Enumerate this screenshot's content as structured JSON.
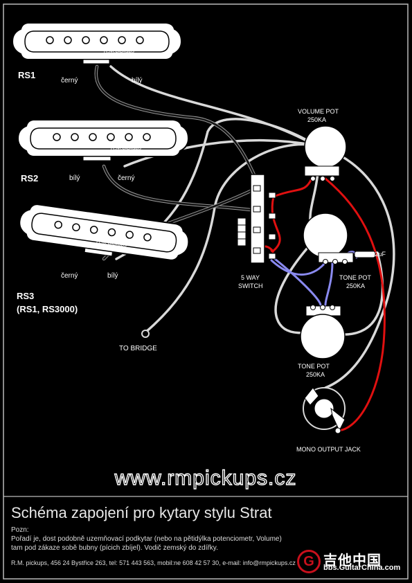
{
  "pickups": {
    "rs1": {
      "label": "RS1",
      "signature": "R.M.pickups",
      "left_lead": "černý",
      "right_lead": "bílý"
    },
    "rs2": {
      "label": "RS2",
      "signature": "R.M.pickups",
      "left_lead": "bílý",
      "right_lead": "černý"
    },
    "rs3": {
      "label": "RS3",
      "alt_label": "(RS1, RS3000)",
      "signature": "R.M.pickups",
      "left_lead": "černý",
      "right_lead": "bílý"
    }
  },
  "components": {
    "volume_pot": {
      "line1": "VOLUME POT",
      "line2": "250KA"
    },
    "tone_pot_1": {
      "line1": "TONE POT",
      "line2": "250KA"
    },
    "tone_pot_2": {
      "line1": "TONE POT",
      "line2": "250KA"
    },
    "capacitor": "0.022uF",
    "switch": {
      "line1": "5 WAY",
      "line2": "SWITCH"
    },
    "ground": "TO BRIDGE",
    "jack": "MONO OUTPUT JACK"
  },
  "website": "www.rmpickups.cz",
  "footer": {
    "title": "Schéma zapojení pro kytary stylu Strat",
    "note_heading": "Pozn:",
    "note_line1": "Pořadí je, dost podobně uzemňovací podkytar (nebo na pětidýlka potenciometr, Volume)",
    "note_line2": "tam pod zákaze sobě bubny (pícich zbíjel). Vodič zemský do zdířky.",
    "contact": "R.M. pickups, 456 24 Bystřice 263, tel: 571 443 563, mobil:ne 608 42 57 30, e-mail: info@rmpickups.cz"
  },
  "brand": {
    "logo_letter": "G",
    "name": "吉他中国",
    "url": "bbs.GuitarChina.com"
  },
  "colors": {
    "background": "#000000",
    "wire_white": "#d9d9d9",
    "wire_black": "#111111",
    "wire_red": "#e01010",
    "wire_blue": "#8a8af0",
    "pickup_fill": "#ffffff"
  }
}
